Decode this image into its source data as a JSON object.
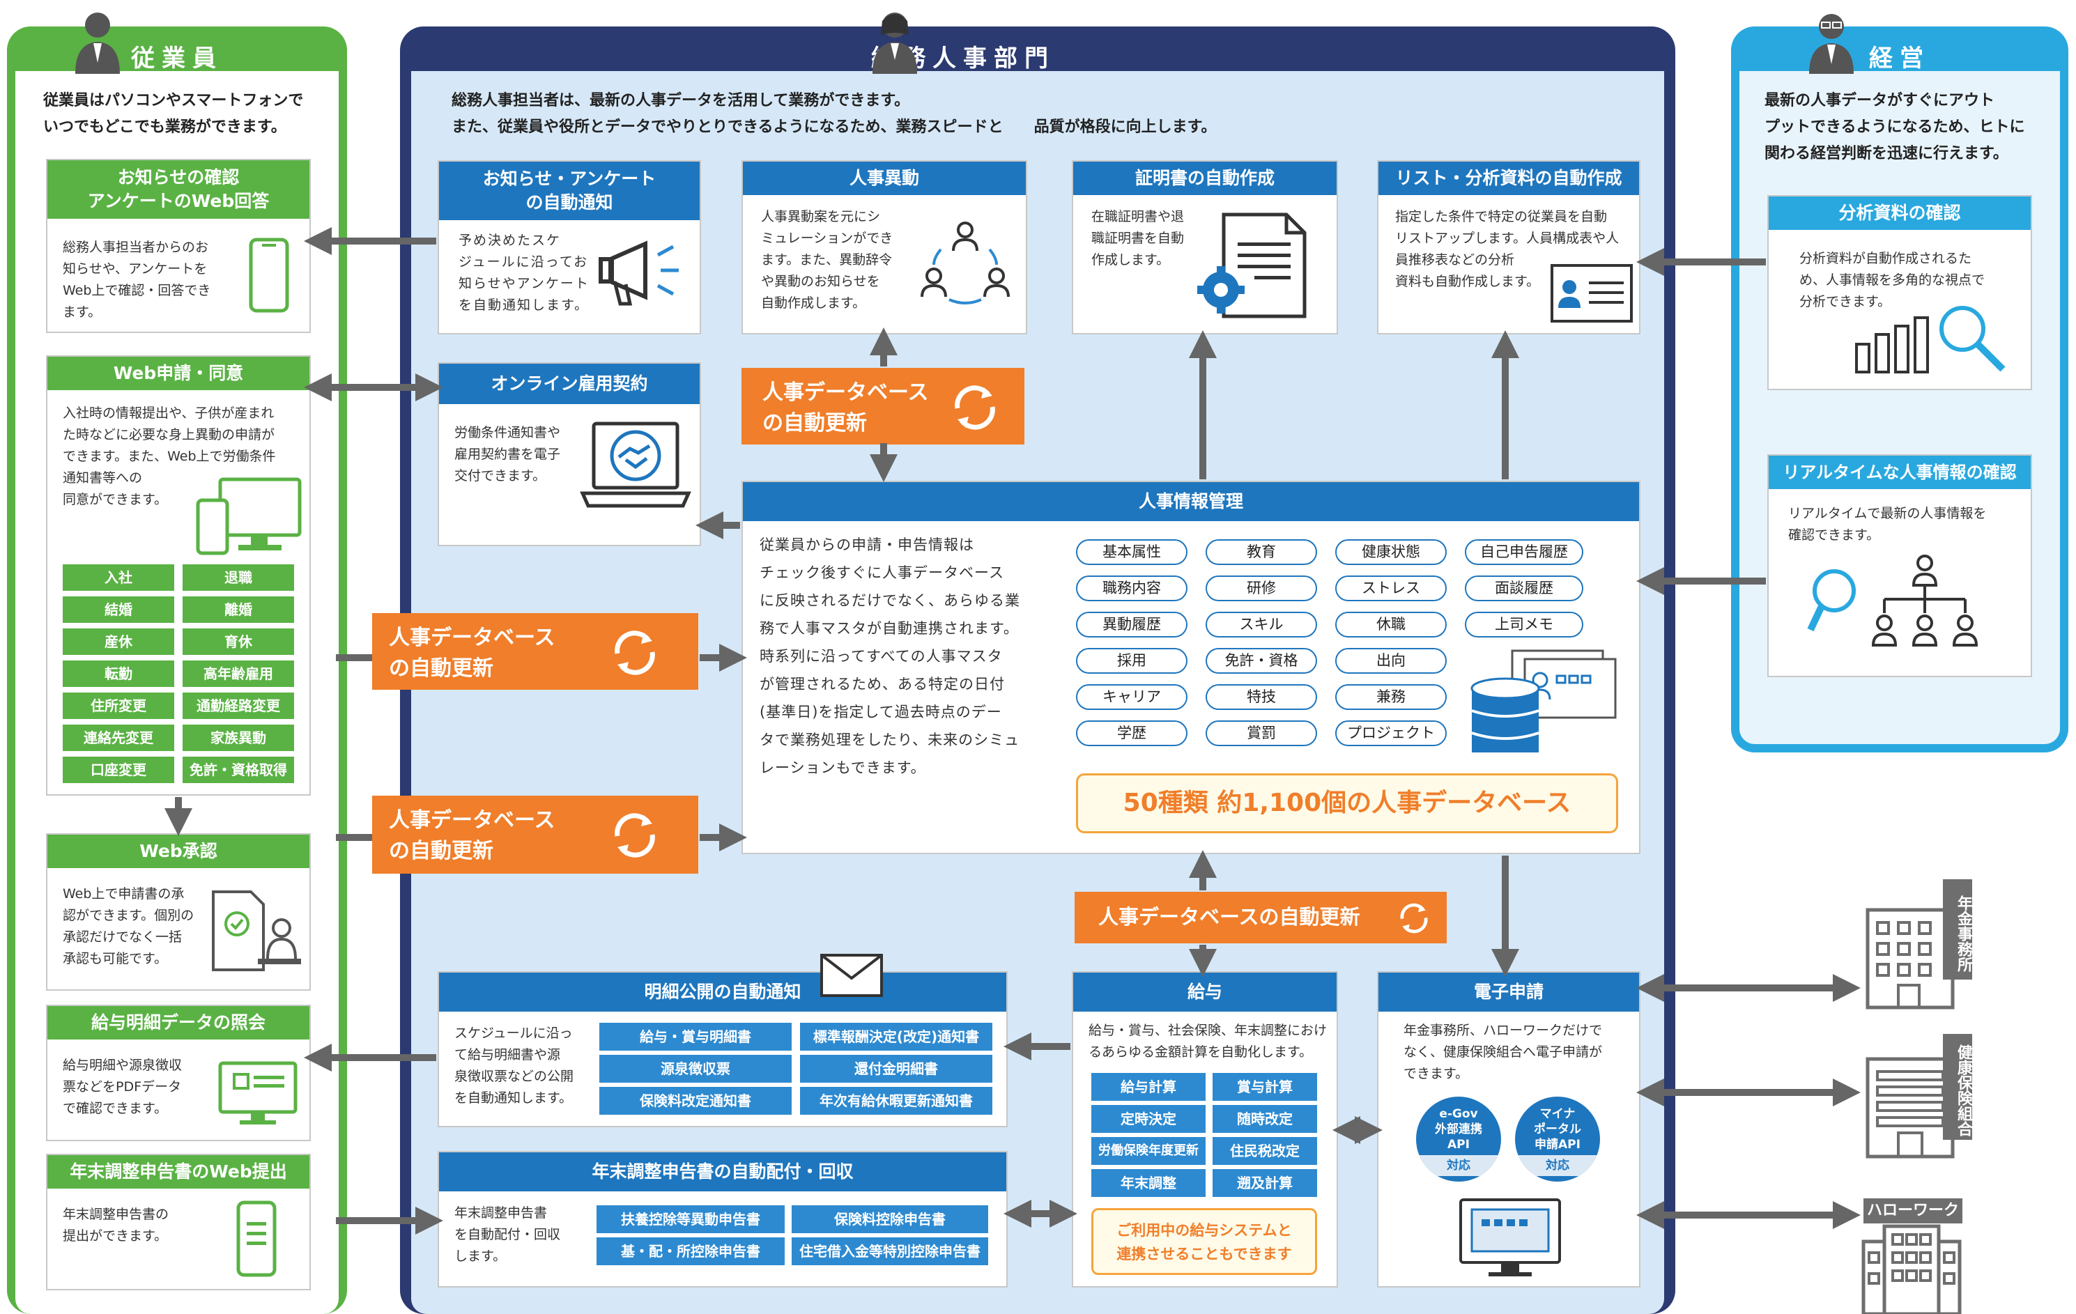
{
  "colors": {
    "green": "#5ab244",
    "navy": "#2b3a70",
    "cyan": "#29a8df",
    "blue": "#1e76be",
    "orange": "#f07e2a",
    "lightblue": "#d6e8f7"
  },
  "employee": {
    "title": "従業員",
    "intro": [
      "従業員はパソコンやスマートフォンで",
      "いつでもどこでも業務ができます。"
    ],
    "notice": {
      "title": [
        "お知らせの確認",
        "アンケートのWeb回答"
      ],
      "text": [
        "総務人事担当者からのお",
        "知らせや、アンケートを",
        "Web上で確認・回答でき",
        "ます。"
      ]
    },
    "web_app": {
      "title": "Web申請・同意",
      "text": [
        "入社時の情報提出や、子供が産まれ",
        "た時などに必要な身上異動の申請が",
        "できます。また、Web上で労働条件",
        "通知書等への",
        "同意ができます。"
      ],
      "tags": [
        "入社",
        "退職",
        "結婚",
        "離婚",
        "産休",
        "育休",
        "転勤",
        "高年齢雇用",
        "住所変更",
        "通勤経路変更",
        "連絡先変更",
        "家族異動",
        "口座変更",
        "免許・資格取得"
      ]
    },
    "web_approve": {
      "title": "Web承認",
      "text": [
        "Web上で申請書の承",
        "認ができます。個別の",
        "承認だけでなく一括",
        "承認も可能です。"
      ]
    },
    "payslip": {
      "title": "給与明細データの照会",
      "text": [
        "給与明細や源泉徴収",
        "票などをPDFデータ",
        "で確認できます。"
      ]
    },
    "yearend": {
      "title": "年末調整申告書のWeb提出",
      "text": [
        "年末調整申告書の",
        "提出ができます。"
      ]
    }
  },
  "hr": {
    "title": "総務人事部門",
    "intro": [
      "総務人事担当者は、最新の人事データを活用して業務ができます。",
      "また、従業員や役所とデータでやりとりできるようになるため、業務スピードと　　品質が格段に向上します。"
    ],
    "notify": {
      "title": [
        "お知らせ・アンケート",
        "の自動通知"
      ],
      "text": [
        "予め決めたスケ",
        "ジュールに沿ってお",
        "知らせやアンケート",
        "を自動通知します。"
      ]
    },
    "transfer": {
      "title": "人事異動",
      "text": [
        "人事異動案を元にシ",
        "ミュレーションができ",
        "ます。また、異動辞令",
        "や異動のお知らせを",
        "自動作成します。"
      ]
    },
    "cert": {
      "title": "証明書の自動作成",
      "text": [
        "在職証明書や退",
        "職証明書を自動",
        "作成します。"
      ]
    },
    "list": {
      "title": "リスト・分析資料の自動作成",
      "text": [
        "指定した条件で特定の従業員を自動",
        "リストアップします。人員構成表や人",
        "員推移表などの分析",
        "資料も自動作成します。"
      ]
    },
    "contract": {
      "title": "オンライン雇用契約",
      "text": [
        "労働条件通知書や",
        "雇用契約書を電子",
        "交付できます。"
      ]
    },
    "auto_update": [
      "人事データベース",
      "の自動更新"
    ],
    "auto_update_single": "人事データベースの自動更新",
    "mgmt": {
      "title": "人事情報管理",
      "text": [
        "従業員からの申請・申告情報は",
        "チェック後すぐに人事データベース",
        "に反映されるだけでなく、あらゆる業",
        "務で人事マスタが自動連携されます。",
        "時系列に沿ってすべての人事マスタ",
        "が管理されるため、ある特定の日付",
        "(基準日)を指定して過去時点のデー",
        "タで業務処理をしたり、未来のシミュ",
        "レーションもできます。"
      ],
      "pills": [
        "基本属性",
        "教育",
        "健康状態",
        "自己申告履歴",
        "職務内容",
        "研修",
        "ストレス",
        "面談履歴",
        "異動履歴",
        "スキル",
        "休職",
        "上司メモ",
        "採用",
        "免許・資格",
        "出向",
        "キャリア",
        "特技",
        "兼務",
        "学歴",
        "賞罰",
        "プロジェクト"
      ],
      "banner": "50種類 約1,100個の人事データベース"
    },
    "payslip_pub": {
      "title": "明細公開の自動通知",
      "text": [
        "スケジュールに沿っ",
        "て給与明細書や源",
        "泉徴収票などの公開",
        "を自動通知します。"
      ],
      "items": [
        "給与・賞与明細書",
        "標準報酬決定(改定)通知書",
        "源泉徴収票",
        "還付金明細書",
        "保険料改定通知書",
        "年次有給休暇更新通知書"
      ]
    },
    "yearend_dist": {
      "title": "年末調整申告書の自動配付・回収",
      "text": [
        "年末調整申告書",
        "を自動配付・回収",
        "します。"
      ],
      "items": [
        "扶養控除等異動申告書",
        "保険料控除申告書",
        "基・配・所控除申告書",
        "住宅借入金等特別控除申告書"
      ]
    },
    "payroll": {
      "title": "給与",
      "text": [
        "給与・賞与、社会保険、年末調整におけ",
        "るあらゆる金額計算を自動化します。"
      ],
      "items": [
        "給与計算",
        "賞与計算",
        "定時決定",
        "随時改定",
        "労働保険年度更新",
        "住民税改定",
        "年末調整",
        "遡及計算"
      ],
      "note": [
        "ご利用中の給与システムと",
        "連携させることもできます"
      ]
    },
    "egov": {
      "title": "電子申請",
      "text": [
        "年金事務所、ハローワークだけで",
        "なく、健康保険組合へ電子申請が",
        "できます。"
      ],
      "badge1": [
        "e-Gov",
        "外部連携",
        "API"
      ],
      "badge2": [
        "マイナ",
        "ポータル",
        "申請API"
      ],
      "badge_sub": "対応"
    }
  },
  "mgmt_side": {
    "title": "経営",
    "intro": [
      "最新の人事データがすぐにアウト",
      "プットできるようになるため、ヒトに",
      "関わる経営判断を迅速に行えます。"
    ],
    "analysis": {
      "title": "分析資料の確認",
      "text": [
        "分析資料が自動作成されるた",
        "め、人事情報を多角的な視点で",
        "分析できます。"
      ]
    },
    "realtime": {
      "title": "リアルタイムな人事情報の確認",
      "text": [
        "リアルタイムで最新の人事情報を",
        "確認できます。"
      ]
    }
  },
  "external": {
    "pension": "年金事務所",
    "insurance": "健康保険組合",
    "hellowork": "ハローワーク"
  },
  "icons": [
    "person-icon",
    "megaphone-icon",
    "people-cycle-icon",
    "document-gear-icon",
    "id-card-icon",
    "handshake-laptop-icon",
    "refresh-icon",
    "database-icon",
    "mail-icon",
    "phone-icon",
    "monitor-icon",
    "bar-chart-icon",
    "org-chart-icon",
    "building-icon"
  ]
}
